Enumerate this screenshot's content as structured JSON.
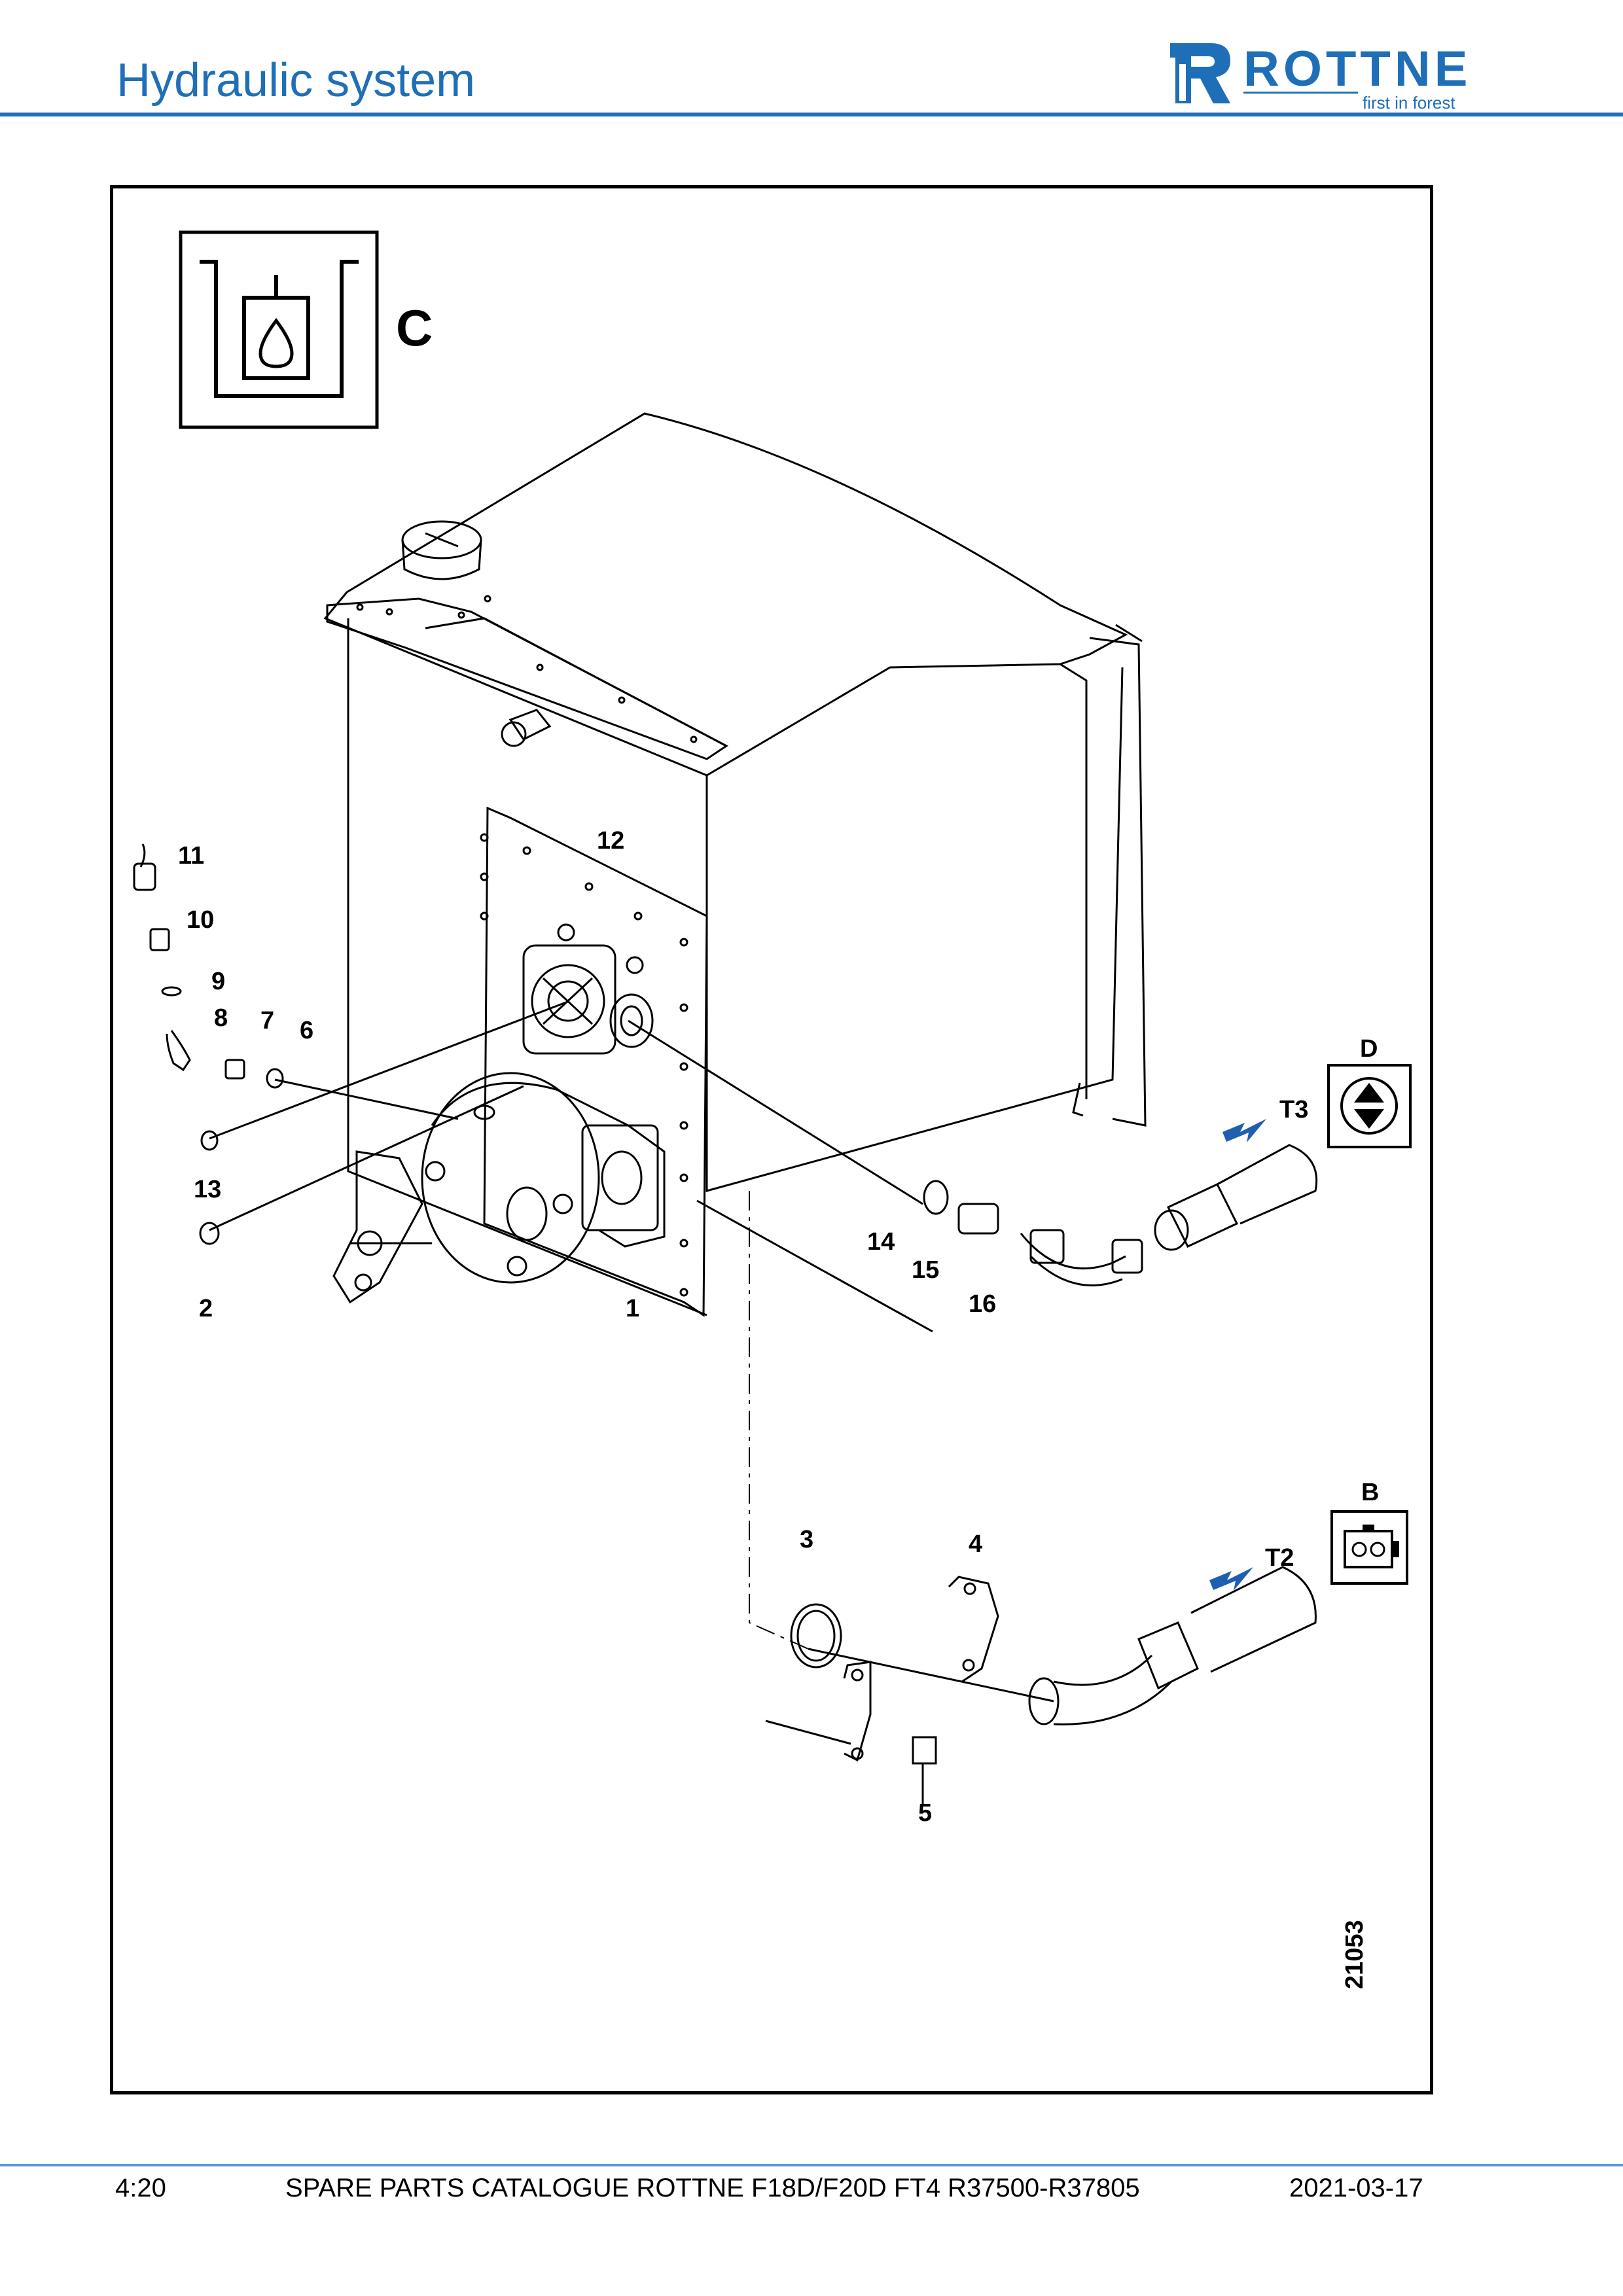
{
  "header": {
    "title": "Hydraulic system",
    "logo_text": "ROTTNE",
    "logo_tagline": "first in forest"
  },
  "colors": {
    "brand_blue": "#1f6fb8",
    "footer_rule": "#5b9bd5",
    "arrow_blue": "#1f5fb0"
  },
  "figure": {
    "section_letter": "C",
    "drawing_number": "21053",
    "reference_symbols": {
      "upper": "D",
      "lower": "B"
    },
    "hose_labels": {
      "upper": "T3",
      "lower": "T2"
    },
    "callouts": [
      "1",
      "2",
      "3",
      "4",
      "5",
      "6",
      "7",
      "8",
      "9",
      "10",
      "11",
      "12",
      "13",
      "14",
      "15",
      "16"
    ]
  },
  "footer": {
    "page": "4:20",
    "catalogue": "SPARE PARTS CATALOGUE ROTTNE F18D/F20D FT4 R37500-R37805",
    "date": "2021-03-17"
  }
}
